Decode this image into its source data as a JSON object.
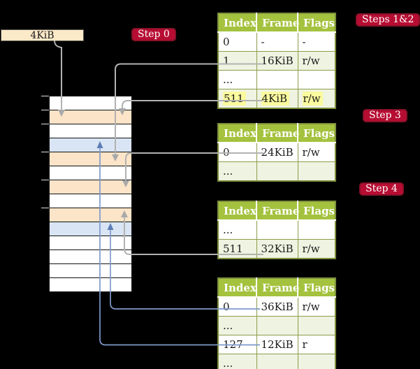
{
  "page_size_label": "4KiB",
  "badges": {
    "step0": {
      "label": "Step 0"
    },
    "steps12": {
      "label": "Steps 1&2"
    },
    "step3": {
      "label": "Step 3"
    },
    "step4": {
      "label": "Step 4"
    }
  },
  "tables": [
    {
      "name": "page-table-steps-1-2",
      "headers": [
        "Index",
        "Frame",
        "Flags"
      ],
      "rows": [
        {
          "cells": [
            "0",
            "-",
            "-"
          ],
          "highlight": false
        },
        {
          "cells": [
            "1",
            "16KiB",
            "r/w"
          ],
          "highlight": false
        },
        {
          "cells": [
            "...",
            "",
            ""
          ],
          "highlight": false
        },
        {
          "cells": [
            "511",
            "4KiB",
            "r/w"
          ],
          "highlight": true
        }
      ]
    },
    {
      "name": "page-table-step-3",
      "headers": [
        "Index",
        "Frame",
        "Flags"
      ],
      "rows": [
        {
          "cells": [
            "0",
            "24KiB",
            "r/w"
          ],
          "highlight": false
        },
        {
          "cells": [
            "...",
            "",
            ""
          ],
          "highlight": false
        }
      ]
    },
    {
      "name": "page-table-step-4",
      "headers": [
        "Index",
        "Frame",
        "Flags"
      ],
      "rows": [
        {
          "cells": [
            "...",
            "",
            ""
          ],
          "highlight": false
        },
        {
          "cells": [
            "511",
            "32KiB",
            "r/w"
          ],
          "highlight": false
        }
      ]
    },
    {
      "name": "page-table-final",
      "headers": [
        "Index",
        "Frame",
        "Flags"
      ],
      "rows": [
        {
          "cells": [
            "0",
            "36KiB",
            "r/w"
          ],
          "highlight": false
        },
        {
          "cells": [
            "...",
            "",
            ""
          ],
          "highlight": false
        },
        {
          "cells": [
            "127",
            "12KiB",
            "r"
          ],
          "highlight": false
        },
        {
          "cells": [
            "...",
            "",
            ""
          ],
          "highlight": false
        }
      ]
    }
  ],
  "memory": {
    "rows": [
      {
        "fill": "white"
      },
      {
        "fill": "peach"
      },
      {
        "fill": "white"
      },
      {
        "fill": "blue"
      },
      {
        "fill": "peach"
      },
      {
        "fill": "white"
      },
      {
        "fill": "peach"
      },
      {
        "fill": "white"
      },
      {
        "fill": "peach"
      },
      {
        "fill": "blue"
      },
      {
        "fill": "white"
      },
      {
        "fill": "white"
      },
      {
        "fill": "white"
      },
      {
        "fill": "white"
      }
    ],
    "tick_boundary_indices": [
      0,
      1,
      2,
      4,
      6,
      8
    ]
  },
  "colors": {
    "badge_red": "#b70d33",
    "table_header_green": "#a4c23e",
    "table_row_green": "#eff3e1",
    "table_border_olive": "#7e8f3d",
    "highlight_yellow": "#fafa9e",
    "frame_peach": "#fce4c8",
    "frame_blue": "#d9e5f4",
    "box_cream": "#fbe9c8",
    "connector_gray": "#b2b2b2",
    "connector_blue": "#7f9acb"
  }
}
